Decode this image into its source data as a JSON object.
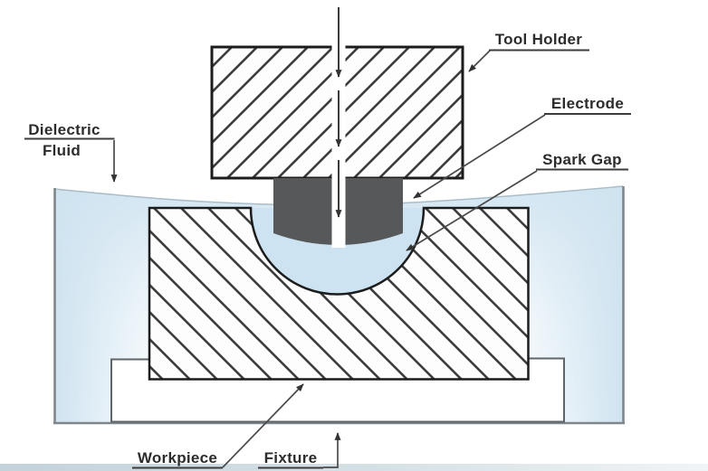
{
  "figure": {
    "labels": {
      "tool_holder": "Tool Holder",
      "electrode": "Electrode",
      "spark_gap": "Spark Gap",
      "dielectric_line1": "Dielectric",
      "dielectric_line2": "Fluid",
      "workpiece": "Workpiece",
      "fixture": "Fixture"
    },
    "colors": {
      "spark_gap_fluid": "#cde3f1",
      "fluid_surface_tint": "#d2e6f2",
      "electrode": "#57585a",
      "hatch_line": "#3d3d3d",
      "part_outline": "#1c1c1c",
      "tank_line": "#7f878c",
      "fixture_line": "#5f666b",
      "label_text": "#2c2c2c",
      "bottom_band": "#c5d5db"
    }
  }
}
